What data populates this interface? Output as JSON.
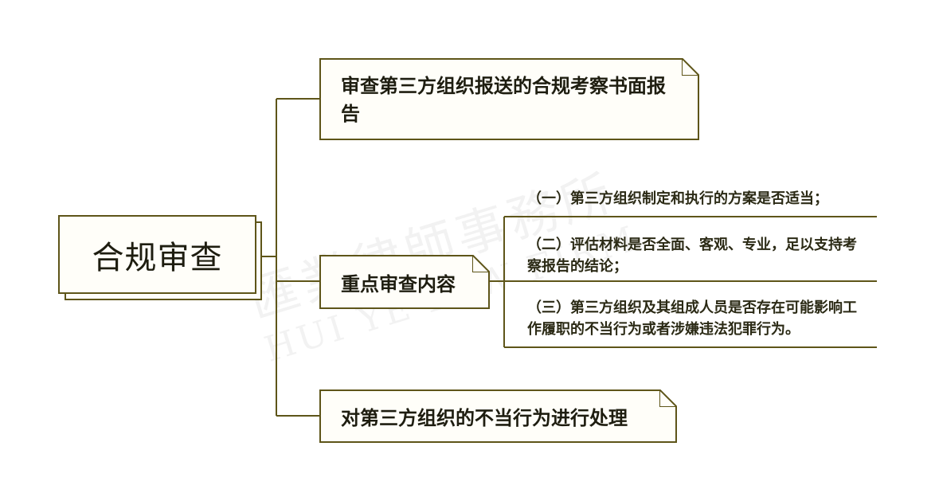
{
  "root": {
    "label": "合规审查"
  },
  "branches": [
    {
      "label": "审查第三方组织报送的合规考察书面报告"
    },
    {
      "label": "重点审查内容",
      "children": [
        {
          "label": "（一）第三方组织制定和执行的方案是否适当；"
        },
        {
          "label": "（二）评估材料是否全面、客观、专业，足以支持考察报告的结论；"
        },
        {
          "label": "（三）第三方组织及其组成人员是否存在可能影响工作履职的不当行为或者涉嫌违法犯罪行为。"
        }
      ]
    },
    {
      "label": "对第三方组织的不当行为进行处理"
    }
  ],
  "watermark": {
    "text_cn": "匯業律師事務所",
    "text_en": "HUI YE LAW FIRM"
  },
  "colors": {
    "line": "#5e5519",
    "box_bg": "#fffef9",
    "text": "#1e1d10"
  }
}
